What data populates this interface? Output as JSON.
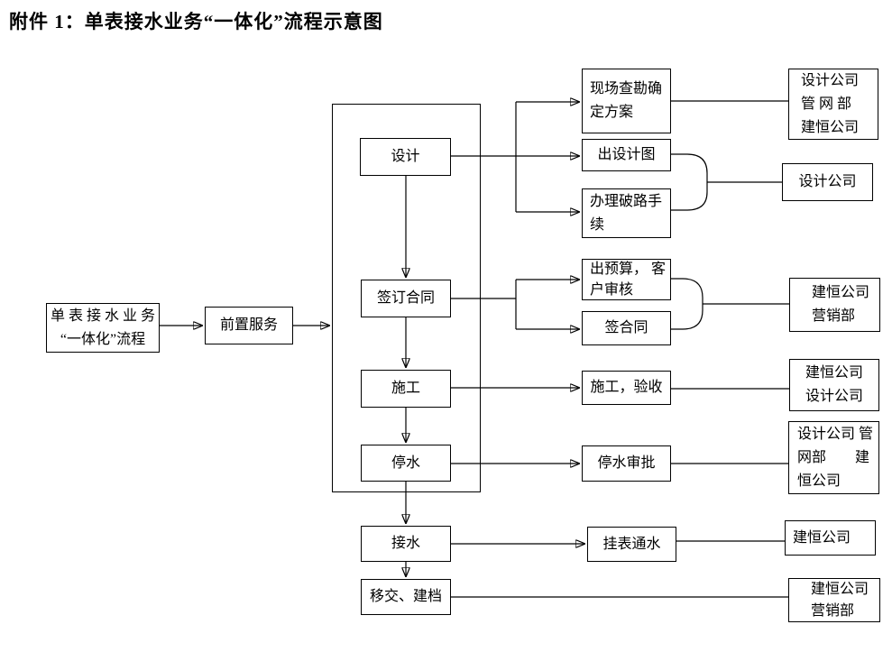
{
  "title": "附件 1：单表接水业务“一体化”流程示意图",
  "colors": {
    "background": "#ffffff",
    "line": "#000000",
    "box_border": "#000000",
    "text": "#000000"
  },
  "nodes": {
    "start": {
      "line1": "单 表 接 水 业 务",
      "line2": "“一体化”流程"
    },
    "pre_service": {
      "label": "前置服务"
    },
    "design": {
      "label": "设计"
    },
    "sign_contract": {
      "label": "签订合同"
    },
    "construction": {
      "label": "施工"
    },
    "stop_water": {
      "label": "停水"
    },
    "connect_water": {
      "label": "接水"
    },
    "handover": {
      "label": "移交、建档"
    },
    "site_survey": {
      "line1": "现场查勘确",
      "line2": "定方案"
    },
    "design_drawing": {
      "label": "出设计图"
    },
    "road_break": {
      "line1": "办理破路手",
      "line2": "续"
    },
    "budget_review": {
      "line1": "出预算， 客",
      "line2": "户审核"
    },
    "sign_simple": {
      "label": "签合同"
    },
    "construction_accept": {
      "label": "施工，验收"
    },
    "stop_approval": {
      "label": "停水审批"
    },
    "meter_water": {
      "label": "挂表通水"
    },
    "org_design_pipe_jianheng": {
      "line1": "设计公司",
      "line2": "管 网 部",
      "line3": "建恒公司"
    },
    "org_design": {
      "label": "设计公司"
    },
    "org_jianheng_marketing": {
      "line1": "建恒公司",
      "line2": "营销部"
    },
    "org_jianheng_design": {
      "line1": "建恒公司",
      "line2": "设计公司"
    },
    "org_design_pipe_jianheng_2": {
      "line1": "设计公司 管",
      "line2": "网部　　建",
      "line3": "恒公司"
    },
    "org_jianheng": {
      "label": "建恒公司"
    },
    "org_jianheng_marketing_2": {
      "line1": "建恒公司",
      "line2": "营销部"
    }
  }
}
